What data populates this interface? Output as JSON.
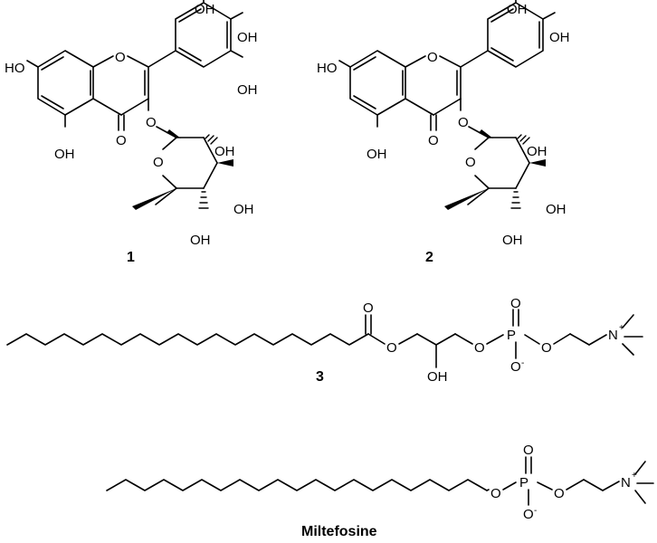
{
  "atoms": {
    "oh": "OH",
    "ho": "HO",
    "o": "O",
    "p": "P",
    "n": "N",
    "plus": "+",
    "minus": "-"
  },
  "compounds": {
    "c1": {
      "label": "1"
    },
    "c2": {
      "label": "2"
    },
    "c3": {
      "label": "3"
    },
    "c4": {
      "label": "Miltefosine"
    }
  }
}
